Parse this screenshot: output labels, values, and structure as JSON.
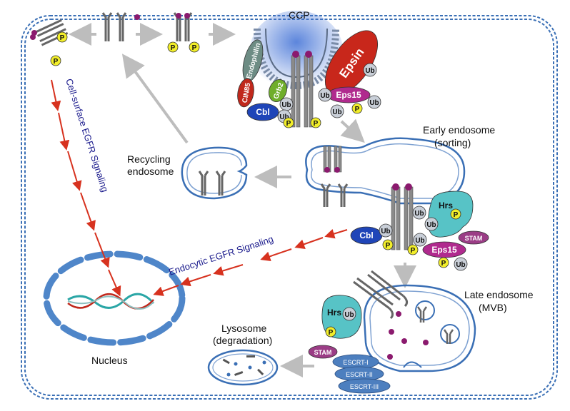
{
  "labels": {
    "ccp": "CCP",
    "early_endosome_1": "Early endosome",
    "early_endosome_2": "(sorting)",
    "recycling_1": "Recycling",
    "recycling_2": "endosome",
    "late_endosome_1": "Late endosome",
    "late_endosome_2": "(MVB)",
    "lysosome_1": "Lysosome",
    "lysosome_2": "(degradation)",
    "nucleus": "Nucleus",
    "cell_surface_signaling": "Cell-surface EGFR Signaling",
    "endocytic_signaling": "Endocytic EGFR Signaling"
  },
  "proteins": {
    "endophilin": "Endophilin",
    "cin85": "CIN85",
    "grb2": "Grb2",
    "cbl": "Cbl",
    "epsin": "Epsin",
    "eps15": "Eps15",
    "ub": "Ub",
    "p": "P",
    "hrs": "Hrs",
    "stam": "STAM",
    "escrt1": "ESCRT-I",
    "escrt2": "ESCRT-II",
    "escrt3": "ESCRT-III"
  },
  "colors": {
    "membrane": "#3a6fb5",
    "arrow_gray": "#bdbdbd",
    "arrow_red": "#d7321f",
    "p_yellow": "#f2ee2a",
    "ub_gray": "#c9cfd8",
    "epsin_red": "#c8271b",
    "eps15_magenta": "#b02a8e",
    "cbl_blue": "#1f45b8",
    "grb2_green": "#6fae2b",
    "cin85_red": "#c0281c",
    "endophilin_gray": "#6d8c84",
    "hrs_teal": "#57c3c6",
    "stam_purple": "#9b3d86",
    "escrt_blue": "#4d7fbf"
  }
}
